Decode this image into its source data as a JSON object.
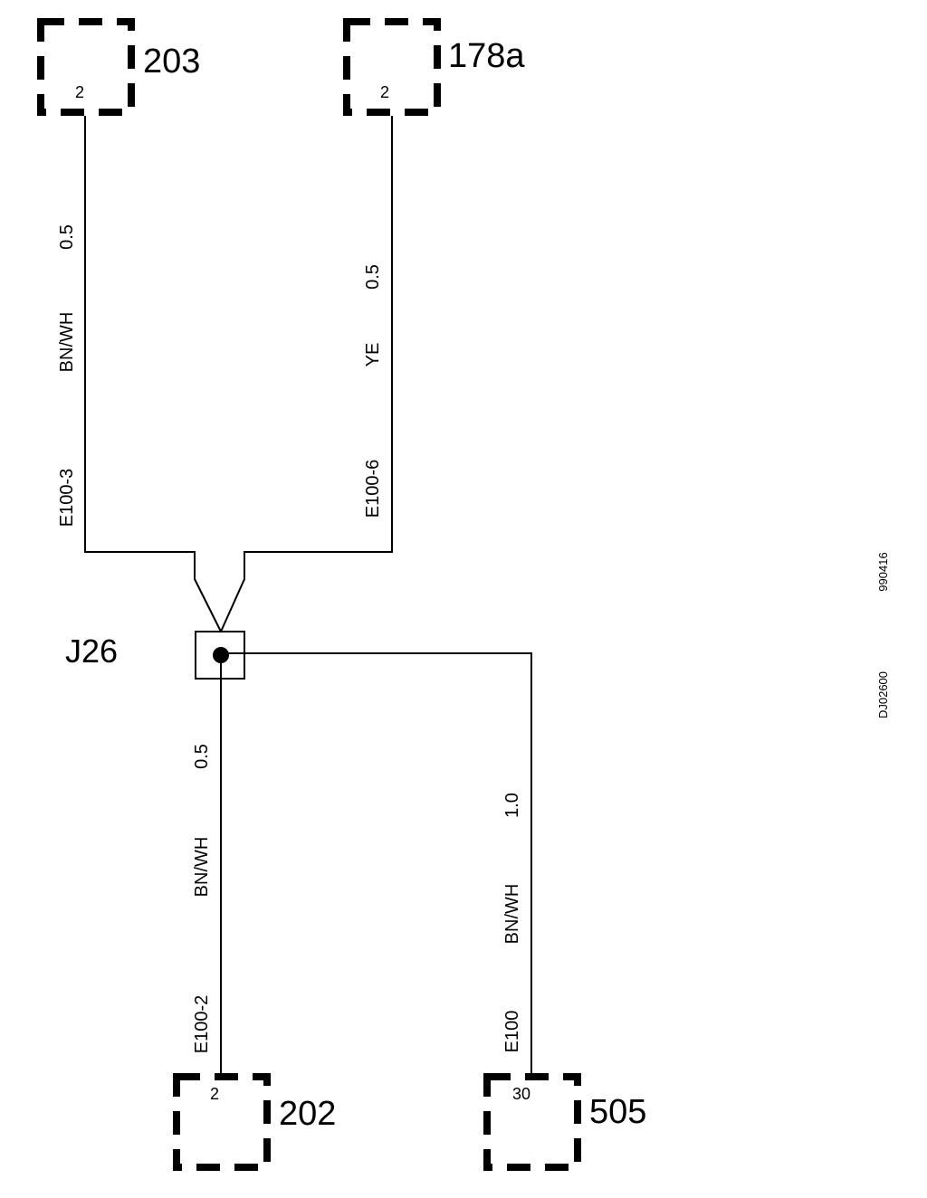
{
  "components": {
    "c203": {
      "name": "203",
      "pin": "2"
    },
    "c178a": {
      "name": "178a",
      "pin": "2"
    },
    "c202": {
      "name": "202",
      "pin": "2"
    },
    "c505": {
      "name": "505",
      "pin": "30"
    }
  },
  "junction": {
    "name": "J26"
  },
  "wires": {
    "w203": {
      "size": "0.5",
      "color": "BN/WH",
      "connector": "E100-3"
    },
    "w178a": {
      "size": "0.5",
      "color": "YE",
      "connector": "E100-6"
    },
    "w202": {
      "size": "0.5",
      "color": "BN/WH",
      "connector": "E100-2"
    },
    "w505": {
      "size": "1.0",
      "color": "BN/WH",
      "connector": "E100"
    }
  },
  "codes": {
    "code1": "990416",
    "code2": "DJ02600"
  }
}
